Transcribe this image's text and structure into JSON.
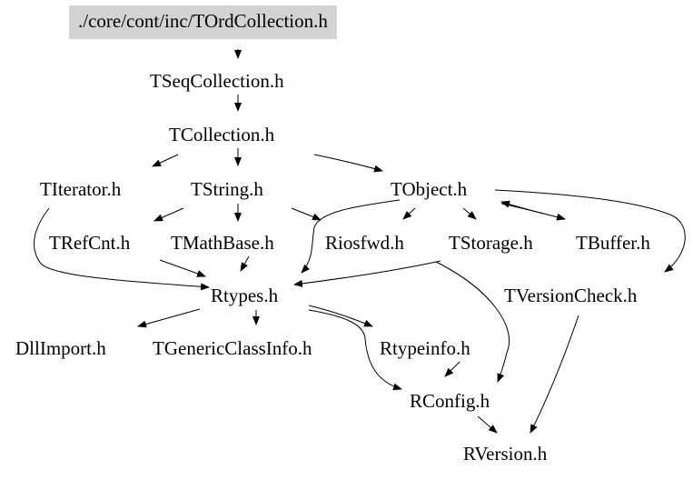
{
  "diagram": {
    "type": "include-dependency-graph",
    "root": "./core/cont/inc/TOrdCollection.h",
    "nodes": [
      {
        "id": "root",
        "label": "./core/cont/inc/TOrdCollection.h"
      },
      {
        "id": "tseq",
        "label": "TSeqCollection.h"
      },
      {
        "id": "tcoll",
        "label": "TCollection.h"
      },
      {
        "id": "titer",
        "label": "TIterator.h"
      },
      {
        "id": "tstring",
        "label": "TString.h"
      },
      {
        "id": "tobject",
        "label": "TObject.h"
      },
      {
        "id": "trefcnt",
        "label": "TRefCnt.h"
      },
      {
        "id": "tmathbase",
        "label": "TMathBase.h"
      },
      {
        "id": "riosfwd",
        "label": "Riosfwd.h"
      },
      {
        "id": "tstorage",
        "label": "TStorage.h"
      },
      {
        "id": "tbuffer",
        "label": "TBuffer.h"
      },
      {
        "id": "rtypes",
        "label": "Rtypes.h"
      },
      {
        "id": "tversioncheck",
        "label": "TVersionCheck.h"
      },
      {
        "id": "dllimport",
        "label": "DllImport.h"
      },
      {
        "id": "tgeneric",
        "label": "TGenericClassInfo.h"
      },
      {
        "id": "rtypeinfo",
        "label": "Rtypeinfo.h"
      },
      {
        "id": "rconfig",
        "label": "RConfig.h"
      },
      {
        "id": "rversion",
        "label": "RVersion.h"
      }
    ],
    "edges": [
      {
        "from": "root",
        "to": "tseq"
      },
      {
        "from": "tseq",
        "to": "tcoll"
      },
      {
        "from": "tcoll",
        "to": "titer"
      },
      {
        "from": "tcoll",
        "to": "tstring"
      },
      {
        "from": "tcoll",
        "to": "tobject"
      },
      {
        "from": "tstring",
        "to": "trefcnt"
      },
      {
        "from": "tstring",
        "to": "tmathbase"
      },
      {
        "from": "tstring",
        "to": "riosfwd"
      },
      {
        "from": "tobject",
        "to": "riosfwd"
      },
      {
        "from": "tobject",
        "to": "tstorage"
      },
      {
        "from": "tobject",
        "to": "tbuffer"
      },
      {
        "from": "tobject",
        "to": "tversioncheck"
      },
      {
        "from": "tobject",
        "to": "rtypes"
      },
      {
        "from": "titer",
        "to": "rtypes"
      },
      {
        "from": "trefcnt",
        "to": "rtypes"
      },
      {
        "from": "tmathbase",
        "to": "rtypes"
      },
      {
        "from": "tstorage",
        "to": "rtypes"
      },
      {
        "from": "tstorage",
        "to": "rconfig"
      },
      {
        "from": "rtypes",
        "to": "dllimport"
      },
      {
        "from": "rtypes",
        "to": "tgeneric"
      },
      {
        "from": "rtypes",
        "to": "rtypeinfo"
      },
      {
        "from": "rtypes",
        "to": "rconfig"
      },
      {
        "from": "rtypeinfo",
        "to": "rconfig"
      },
      {
        "from": "rconfig",
        "to": "rversion"
      },
      {
        "from": "tversioncheck",
        "to": "rversion"
      }
    ]
  },
  "colors": {
    "root_fill": "#d3d3d3",
    "stroke": "#000000",
    "background": "#ffffff"
  }
}
